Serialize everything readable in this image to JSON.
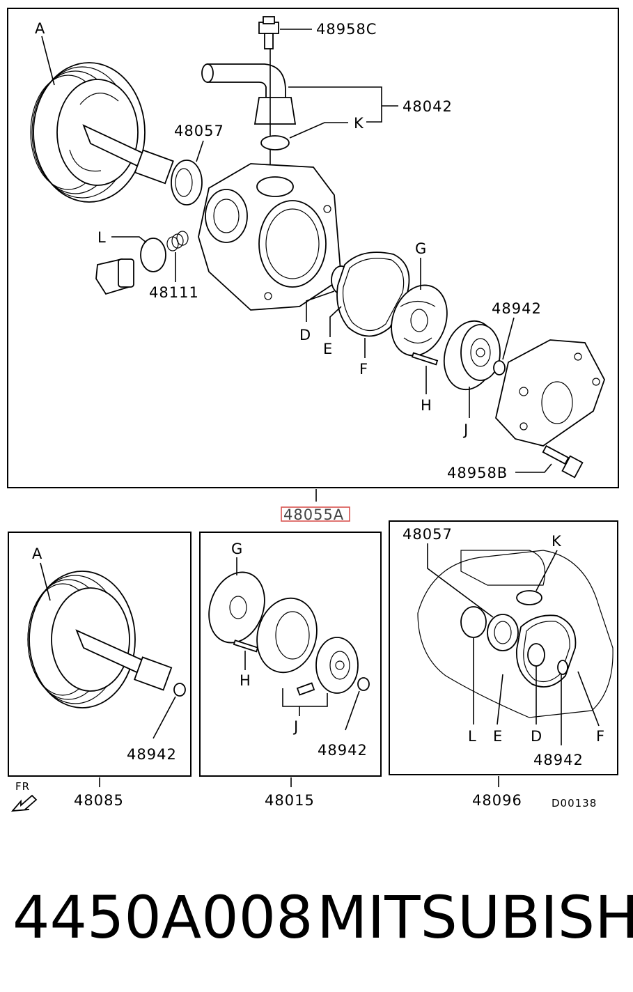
{
  "diagram": {
    "main": {
      "assembly": "48055A",
      "labels": {
        "pulley": "A",
        "bolt_top": "48958C",
        "pipe": "48042",
        "oring_k": "K",
        "seal": "48057",
        "oring_l": "L",
        "spring": "48111",
        "d": "D",
        "e": "E",
        "f": "F",
        "g": "G",
        "h": "H",
        "j": "J",
        "small_oring": "48942",
        "bolt_bottom": "48958B"
      }
    },
    "kits": [
      {
        "number": "48085",
        "labels": {
          "a": "A",
          "oring": "48942"
        }
      },
      {
        "number": "48015",
        "labels": {
          "g": "G",
          "h": "H",
          "j": "J",
          "oring": "48942"
        }
      },
      {
        "number": "48096",
        "labels": {
          "seal": "48057",
          "k": "K",
          "l": "L",
          "e": "E",
          "d": "D",
          "f": "F",
          "oring": "48942"
        }
      }
    ],
    "direction": "FR",
    "drawing_code": "D00138",
    "highlight_color": "#d9534f"
  },
  "footer": {
    "part_number": "4450A008",
    "brand": "MITSUBISHI"
  }
}
